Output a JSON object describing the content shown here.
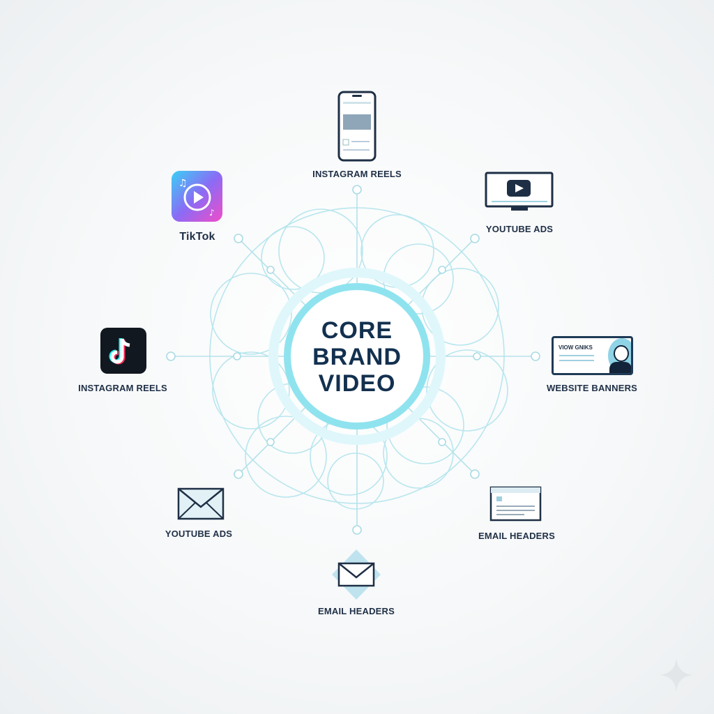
{
  "center": {
    "lines": [
      "CORE",
      "BRAND",
      "VIDEO"
    ]
  },
  "nodes": [
    {
      "label": "INSTAGRAM REELS",
      "icon": "phone-icon"
    },
    {
      "label": "YOUTUBE ADS",
      "icon": "monitor-play-icon"
    },
    {
      "label": "WEBSITE BANNERS",
      "icon": "website-banner-icon",
      "banner_text": "VIOW GNIKS"
    },
    {
      "label": "EMAIL HEADERS",
      "icon": "document-icon"
    },
    {
      "label": "EMAIL HEADERS",
      "icon": "envelope-diamond-icon"
    },
    {
      "label": "YOUTUBE ADS",
      "icon": "envelope-icon"
    },
    {
      "label": "INSTAGRAM REELS",
      "icon": "tiktok-logo-icon"
    },
    {
      "label": "TikTok",
      "icon": "music-play-app-icon"
    }
  ],
  "colors": {
    "accent": "#8fe3ef",
    "line": "#b5e6ee",
    "text": "#1c2e45"
  }
}
